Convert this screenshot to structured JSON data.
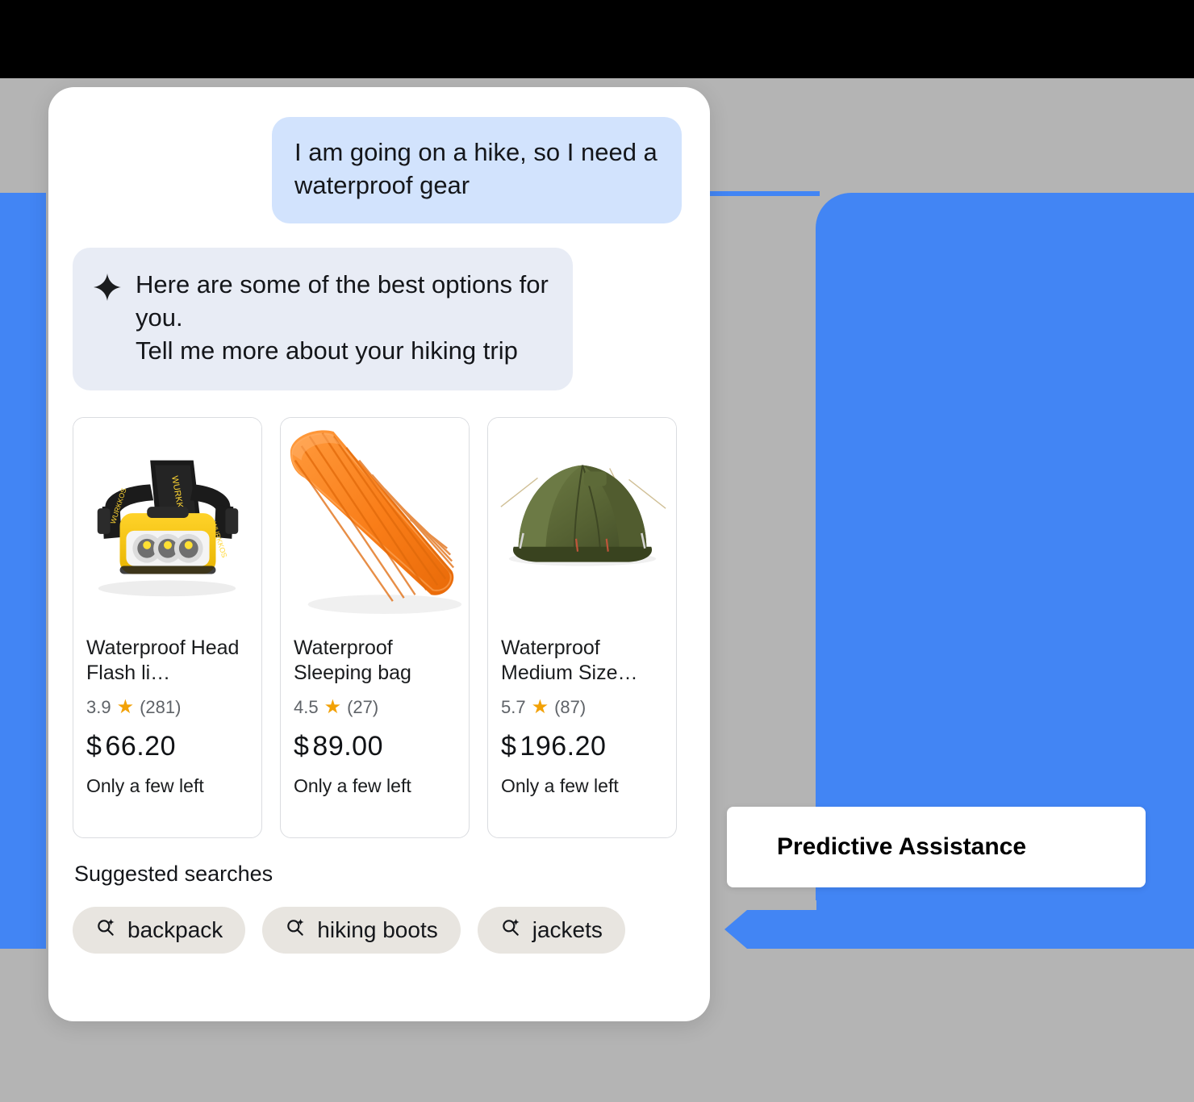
{
  "colors": {
    "accent_blue": "#4285f4",
    "user_bubble": "#d2e3fd",
    "ai_bubble": "#e8ecf5",
    "chip_bg": "#e8e5e0",
    "star_orange": "#f2a106",
    "page_gray": "#b4b4b4",
    "card_border": "#dadce0"
  },
  "chat": {
    "user_message": "I am going on a hike, so I need a waterproof gear",
    "ai_message": "Here are some of the best options for you.\nTell me more about your hiking trip",
    "ai_icon": "sparkle-icon"
  },
  "products": [
    {
      "image": "headlamp-image",
      "title": "Waterproof Head Flash li…",
      "rating": "3.9",
      "star": "★",
      "reviews": "(281)",
      "currency": "$",
      "price": "66.20",
      "stock": "Only a few left"
    },
    {
      "image": "sleeping-bag-image",
      "title": "Waterproof Sleeping bag",
      "rating": "4.5",
      "star": "★",
      "reviews": "(27)",
      "currency": "$",
      "price": "89.00",
      "stock": "Only a few left"
    },
    {
      "image": "tent-image",
      "title": "Waterproof Medium Size…",
      "rating": "5.7",
      "star": "★",
      "reviews": "(87)",
      "currency": "$",
      "price": "196.20",
      "stock": "Only a few left"
    }
  ],
  "suggested": {
    "label": "Suggested searches",
    "icon": "search-sparkle-icon",
    "chips": [
      {
        "label": "backpack"
      },
      {
        "label": "hiking boots"
      },
      {
        "label": "jackets"
      }
    ]
  },
  "callout": {
    "label": "Predictive Assistance"
  }
}
